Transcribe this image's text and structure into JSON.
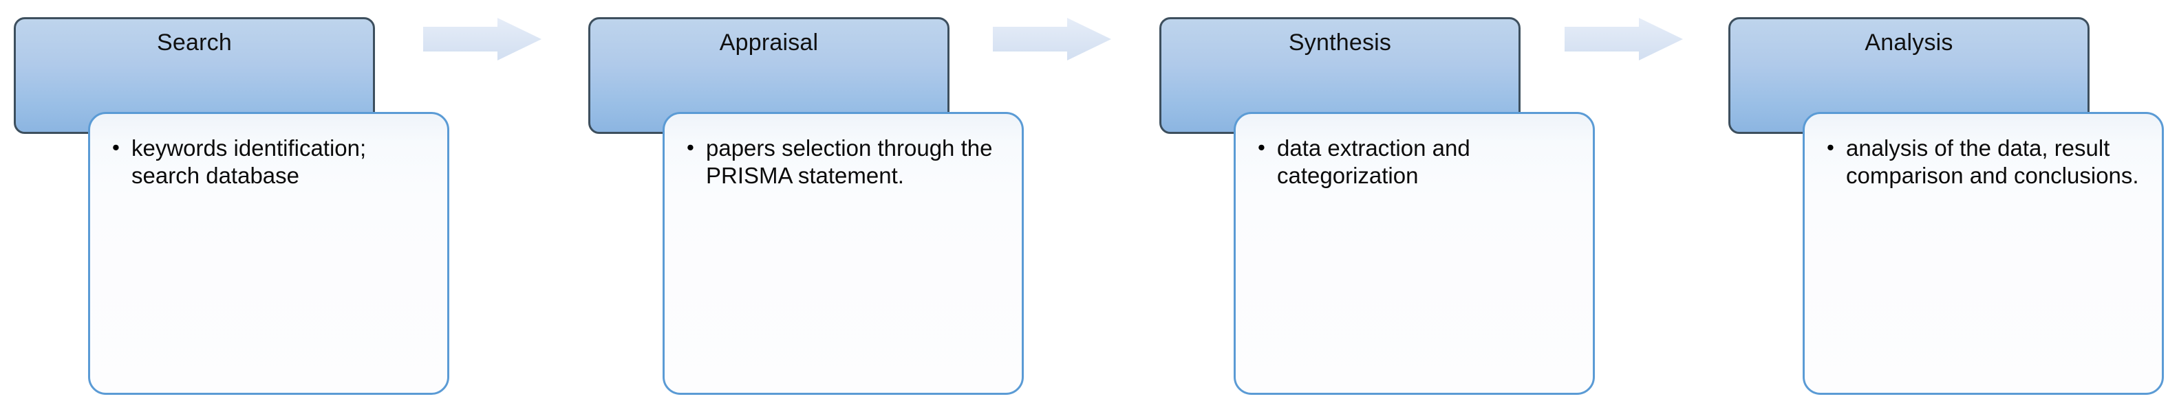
{
  "diagram": {
    "type": "process-flow",
    "title": "",
    "orientation": "horizontal",
    "stage_count": 4,
    "arrow_count": 3,
    "colors": {
      "header_fill_top": "#bed4ec",
      "header_fill_bottom": "#8cb5e1",
      "header_border": "#3d4f5e",
      "card_fill": "#fbfcfe",
      "card_border": "#5b9bd5",
      "arrow_fill": "#dce6f4",
      "text": "#0b0b0b",
      "background": "#ffffff"
    },
    "stages": [
      {
        "id": "search",
        "title": "Search",
        "bullets": [
          "keywords identification; search database"
        ]
      },
      {
        "id": "appraisal",
        "title": "Appraisal",
        "bullets": [
          "papers selection through the PRISMA statement."
        ]
      },
      {
        "id": "synthesis",
        "title": "Synthesis",
        "bullets": [
          "data extraction and categorization"
        ]
      },
      {
        "id": "analysis",
        "title": "Analysis",
        "bullets": [
          "analysis of the data, result comparison and conclusions."
        ]
      }
    ],
    "arrows": [
      {
        "id": "arrow-search-to-appraisal",
        "icon": "right-arrow-icon",
        "from": "Search",
        "to": "Appraisal"
      },
      {
        "id": "arrow-appraisal-to-synthesis",
        "icon": "right-arrow-icon",
        "from": "Appraisal",
        "to": "Synthesis"
      },
      {
        "id": "arrow-synthesis-to-analysis",
        "icon": "right-arrow-icon",
        "from": "Synthesis",
        "to": "Analysis"
      }
    ]
  }
}
